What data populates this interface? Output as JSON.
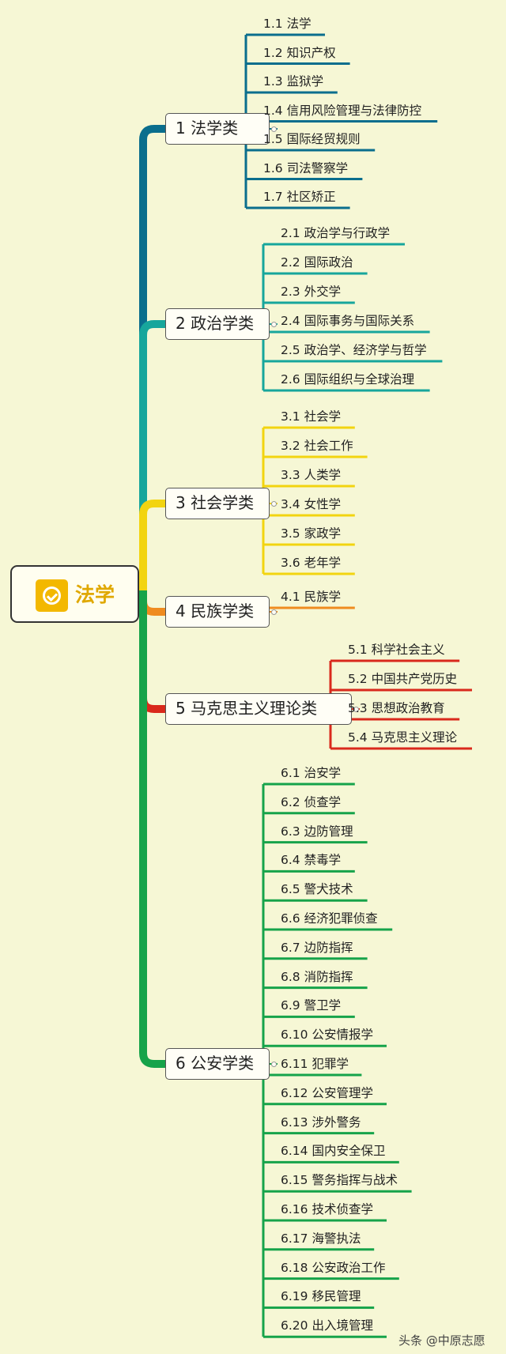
{
  "root": {
    "label": "法学",
    "icon": "check-badge-icon",
    "color": "#e0a800"
  },
  "branches": [
    {
      "label": "1 法学类",
      "color": "#0a6e8d",
      "items": [
        "1.1 法学",
        "1.2 知识产权",
        "1.3 监狱学",
        "1.4 信用风险管理与法律防控",
        "1.5 国际经贸规则",
        "1.6 司法警察学",
        "1.7 社区矫正"
      ]
    },
    {
      "label": "2 政治学类",
      "color": "#17a69c",
      "items": [
        "2.1 政治学与行政学",
        "2.2 国际政治",
        "2.3 外交学",
        "2.4 国际事务与国际关系",
        "2.5 政治学、经济学与哲学",
        "2.6 国际组织与全球治理"
      ]
    },
    {
      "label": "3 社会学类",
      "color": "#f2d410",
      "items": [
        "3.1 社会学",
        "3.2 社会工作",
        "3.3 人类学",
        "3.4 女性学",
        "3.5 家政学",
        "3.6 老年学"
      ]
    },
    {
      "label": "4 民族学类",
      "color": "#ef8b1f",
      "items": [
        "4.1 民族学"
      ]
    },
    {
      "label": "5 马克思主义理论类",
      "color": "#d9291c",
      "items": [
        "5.1 科学社会主义",
        "5.2 中国共产党历史",
        "5.3 思想政治教育",
        "5.4 马克思主义理论"
      ]
    },
    {
      "label": "6 公安学类",
      "color": "#16a34a",
      "items": [
        "6.1 治安学",
        "6.2 侦查学",
        "6.3 边防管理",
        "6.4 禁毒学",
        "6.5 警犬技术",
        "6.6 经济犯罪侦查",
        "6.7 边防指挥",
        "6.8 消防指挥",
        "6.9 警卫学",
        "6.10 公安情报学",
        "6.11 犯罪学",
        "6.12 公安管理学",
        "6.13 涉外警务",
        "6.14 国内安全保卫",
        "6.15 警务指挥与战术",
        "6.16 技术侦查学",
        "6.17 海警执法",
        "6.18 公安政治工作",
        "6.19 移民管理",
        "6.20 出入境管理"
      ]
    }
  ],
  "watermark": "头条 @中原志愿"
}
